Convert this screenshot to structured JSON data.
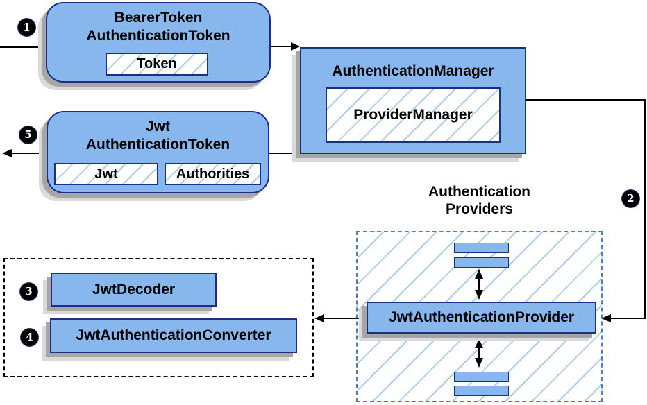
{
  "nodes": {
    "bearer_token": {
      "line1": "BearerToken",
      "line2": "AuthenticationToken",
      "field": "Token"
    },
    "authentication_manager": {
      "title": "AuthenticationManager",
      "field": "ProviderManager"
    },
    "jwt_authentication_token": {
      "line1": "Jwt",
      "line2": "AuthenticationToken",
      "field1": "Jwt",
      "field2": "Authorities"
    },
    "jwt_authentication_provider": {
      "title": "JwtAuthenticationProvider"
    },
    "jwt_decoder": {
      "title": "JwtDecoder"
    },
    "jwt_authentication_converter": {
      "title": "JwtAuthenticationConverter"
    }
  },
  "labels": {
    "providers_group_line1": "Authentication",
    "providers_group_line2": "Providers"
  },
  "steps": {
    "s1": "1",
    "s2": "2",
    "s3": "3",
    "s4": "4",
    "s5": "5"
  },
  "colors": {
    "node-fill": "#87b7ed",
    "node-border": "#1c2f87",
    "hatch": "#a9cdee",
    "container-border": "#4a80c0",
    "shadow-dark": "#a6a6a6",
    "shadow-light": "#d9d9d9",
    "badge-bg": "#000000",
    "badge-text": "#ffffff",
    "arrow": "#000000"
  }
}
